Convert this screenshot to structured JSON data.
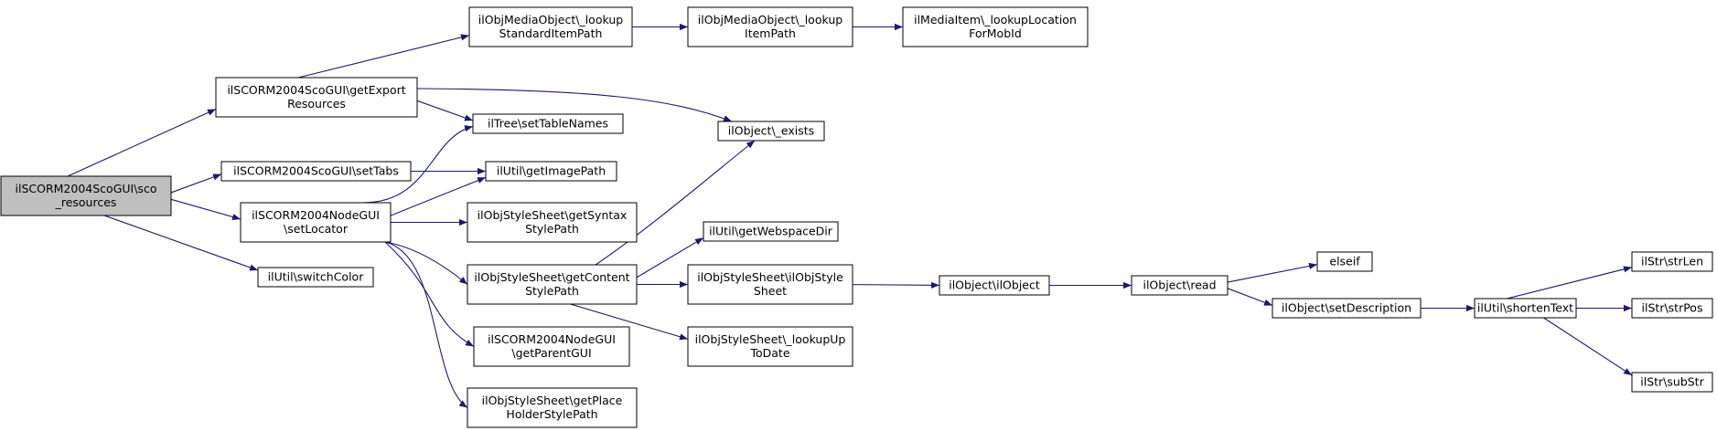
{
  "colors": {
    "edge": "#191970",
    "node_fill": "#ffffff",
    "root_fill": "#bfbfbf",
    "border": "#000000"
  },
  "nodes": [
    {
      "id": "n0",
      "lines": [
        "ilSCORM2004ScoGUI\\sco",
        "_resources"
      ],
      "root": true
    },
    {
      "id": "n1",
      "lines": [
        "ilSCORM2004ScoGUI\\getExport",
        "Resources"
      ]
    },
    {
      "id": "n2",
      "lines": [
        "ilSCORM2004ScoGUI\\setTabs"
      ]
    },
    {
      "id": "n3",
      "lines": [
        "ilSCORM2004NodeGUI",
        "\\setLocator"
      ]
    },
    {
      "id": "n4",
      "lines": [
        "ilUtil\\switchColor"
      ]
    },
    {
      "id": "n5",
      "lines": [
        "ilObjMediaObject\\_lookup",
        "StandardItemPath"
      ]
    },
    {
      "id": "n6",
      "lines": [
        "ilTree\\setTableNames"
      ]
    },
    {
      "id": "n7",
      "lines": [
        "ilUtil\\getImagePath"
      ]
    },
    {
      "id": "n8",
      "lines": [
        "ilObjStyleSheet\\getSyntax",
        "StylePath"
      ]
    },
    {
      "id": "n9",
      "lines": [
        "ilObjStyleSheet\\getContent",
        "StylePath"
      ]
    },
    {
      "id": "n10",
      "lines": [
        "ilSCORM2004NodeGUI",
        "\\getParentGUI"
      ]
    },
    {
      "id": "n11",
      "lines": [
        "ilObjStyleSheet\\getPlace",
        "HolderStylePath"
      ]
    },
    {
      "id": "n12",
      "lines": [
        "ilObjMediaObject\\_lookup",
        "ItemPath"
      ]
    },
    {
      "id": "n13",
      "lines": [
        "ilObject\\_exists"
      ]
    },
    {
      "id": "n14",
      "lines": [
        "ilUtil\\getWebspaceDir"
      ]
    },
    {
      "id": "n15",
      "lines": [
        "ilObjStyleSheet\\ilObjStyle",
        "Sheet"
      ]
    },
    {
      "id": "n16",
      "lines": [
        "ilObjStyleSheet\\_lookupUp",
        "ToDate"
      ]
    },
    {
      "id": "n17",
      "lines": [
        "ilMediaItem\\_lookupLocation",
        "ForMobId"
      ]
    },
    {
      "id": "n18",
      "lines": [
        "ilObject\\ilObject"
      ]
    },
    {
      "id": "n19",
      "lines": [
        "ilObject\\read"
      ]
    },
    {
      "id": "n20",
      "lines": [
        "elseif"
      ]
    },
    {
      "id": "n21",
      "lines": [
        "ilObject\\setDescription"
      ]
    },
    {
      "id": "n22",
      "lines": [
        "ilUtil\\shortenText"
      ]
    },
    {
      "id": "n23",
      "lines": [
        "ilStr\\strLen"
      ]
    },
    {
      "id": "n24",
      "lines": [
        "ilStr\\strPos"
      ]
    },
    {
      "id": "n25",
      "lines": [
        "ilStr\\subStr"
      ]
    }
  ],
  "edges": [
    {
      "from": "n0",
      "to": "n1"
    },
    {
      "from": "n0",
      "to": "n2"
    },
    {
      "from": "n0",
      "to": "n3"
    },
    {
      "from": "n0",
      "to": "n4"
    },
    {
      "from": "n1",
      "to": "n5"
    },
    {
      "from": "n1",
      "to": "n6"
    },
    {
      "from": "n1",
      "to": "n13"
    },
    {
      "from": "n2",
      "to": "n7"
    },
    {
      "from": "n3",
      "to": "n6"
    },
    {
      "from": "n3",
      "to": "n7"
    },
    {
      "from": "n3",
      "to": "n8"
    },
    {
      "from": "n3",
      "to": "n9"
    },
    {
      "from": "n3",
      "to": "n10"
    },
    {
      "from": "n3",
      "to": "n11"
    },
    {
      "from": "n5",
      "to": "n12"
    },
    {
      "from": "n12",
      "to": "n17"
    },
    {
      "from": "n9",
      "to": "n13"
    },
    {
      "from": "n9",
      "to": "n14"
    },
    {
      "from": "n9",
      "to": "n15"
    },
    {
      "from": "n9",
      "to": "n16"
    },
    {
      "from": "n15",
      "to": "n18"
    },
    {
      "from": "n18",
      "to": "n19"
    },
    {
      "from": "n19",
      "to": "n20"
    },
    {
      "from": "n19",
      "to": "n21"
    },
    {
      "from": "n21",
      "to": "n22"
    },
    {
      "from": "n22",
      "to": "n23"
    },
    {
      "from": "n22",
      "to": "n24"
    },
    {
      "from": "n22",
      "to": "n25"
    }
  ]
}
